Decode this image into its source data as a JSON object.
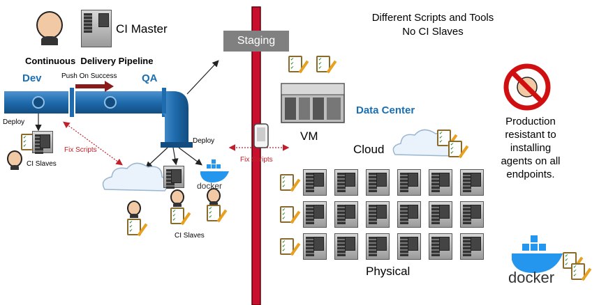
{
  "title": {
    "ci_master": "CI Master",
    "pipeline": "Continuous  Delivery Pipeline"
  },
  "pipeline": {
    "dev": "Dev",
    "qa": "QA",
    "push": "Push On Success"
  },
  "left": {
    "deploy_left": "Deploy",
    "ci_slaves_left": "CI Slaves",
    "fix_scripts_left": "Fix Scripts",
    "deploy_qa": "Deploy",
    "ci_slaves_bottom": "CI Slaves"
  },
  "staging": {
    "label": "Staging",
    "fix_scripts": "Fix Scripts"
  },
  "right": {
    "header_line1": "Different Scripts and Tools",
    "header_line2": "No CI Slaves",
    "data_center": "Data Center",
    "vm": "VM",
    "cloud": "Cloud",
    "physical": "Physical",
    "production_lines": [
      "Production",
      "resistant to",
      "installing",
      "agents on all",
      "endpoints."
    ]
  },
  "docker": {
    "small": "docker",
    "large": "docker"
  },
  "colors": {
    "pipe": "#1e6bad",
    "staging_bar": "#c8102e",
    "arrow_red": "#c0202a",
    "staging_box": "#808080",
    "data_center": "#1a6fb3"
  }
}
